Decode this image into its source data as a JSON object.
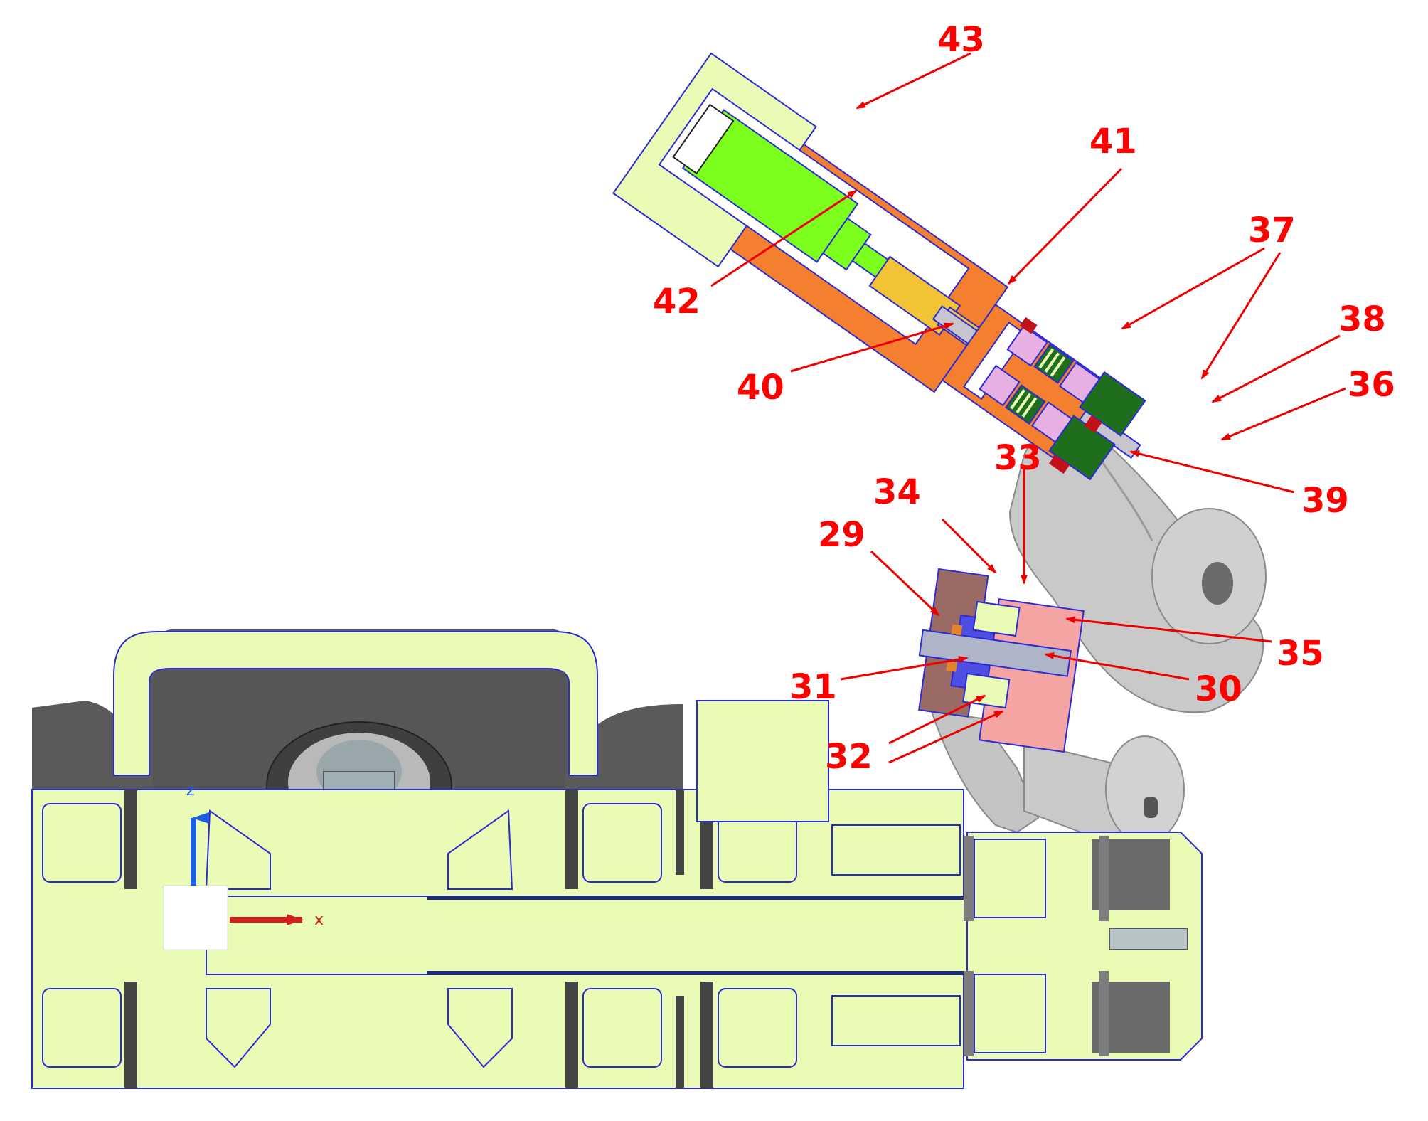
{
  "colors": {
    "section": "#e9fbb4",
    "housing_orange": "#f47f2e",
    "motor_green": "#7dff1e",
    "gold": "#f3c336",
    "pink": "#e7b0e2",
    "dark_green": "#1e6e1e",
    "red_part": "#c1121a",
    "shaft_gray": "#c8c6cc",
    "joint_gray": "#c9c9c9",
    "salmon": "#f5a4a4",
    "brown": "#9a6a64",
    "blue_block": "#4e4ee3",
    "label_red": "#ff0000",
    "axis_x": "#d42020",
    "axis_z": "#1f5de0"
  },
  "axes": {
    "x_label": "x",
    "z_label": "z"
  },
  "callouts": [
    "43",
    "41",
    "37",
    "42",
    "38",
    "36",
    "40",
    "39",
    "33",
    "34",
    "29",
    "35",
    "31",
    "30",
    "32"
  ]
}
